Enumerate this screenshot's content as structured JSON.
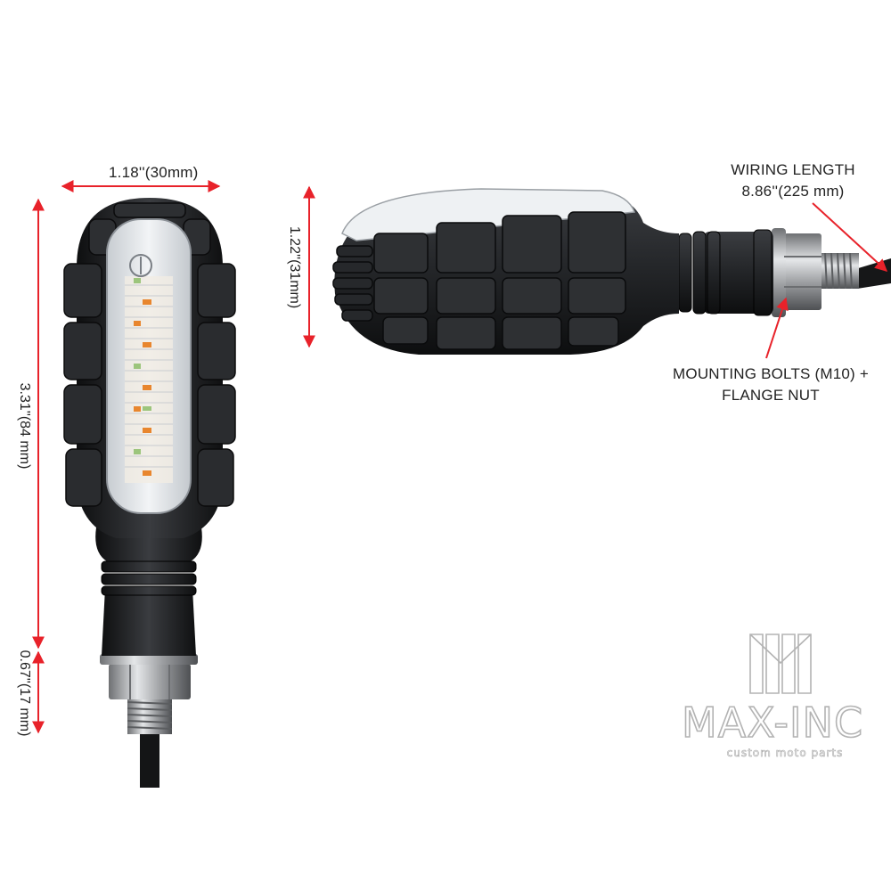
{
  "dimensions": {
    "width_front": "1.18''(30mm)",
    "height_side": "1.22''(31mm)",
    "body_length": "3.31''(84 mm)",
    "thread_length": "0.67''(17 mm)"
  },
  "callouts": {
    "wiring_line1": "WIRING LENGTH",
    "wiring_line2": "8.86''(225 mm)",
    "mounting_line1": "MOUNTING BOLTS (M10) +",
    "mounting_line2": "FLANGE NUT"
  },
  "brand": {
    "name": "MAX-INC",
    "tagline": "custom moto parts"
  },
  "colors": {
    "arrow": "#e8222a",
    "housing": "#1d1e20",
    "led_amber": "#e8862e",
    "led_green": "#9cc57c",
    "lens": "#e9ecef",
    "logo_outline": "#b3b3b3"
  }
}
